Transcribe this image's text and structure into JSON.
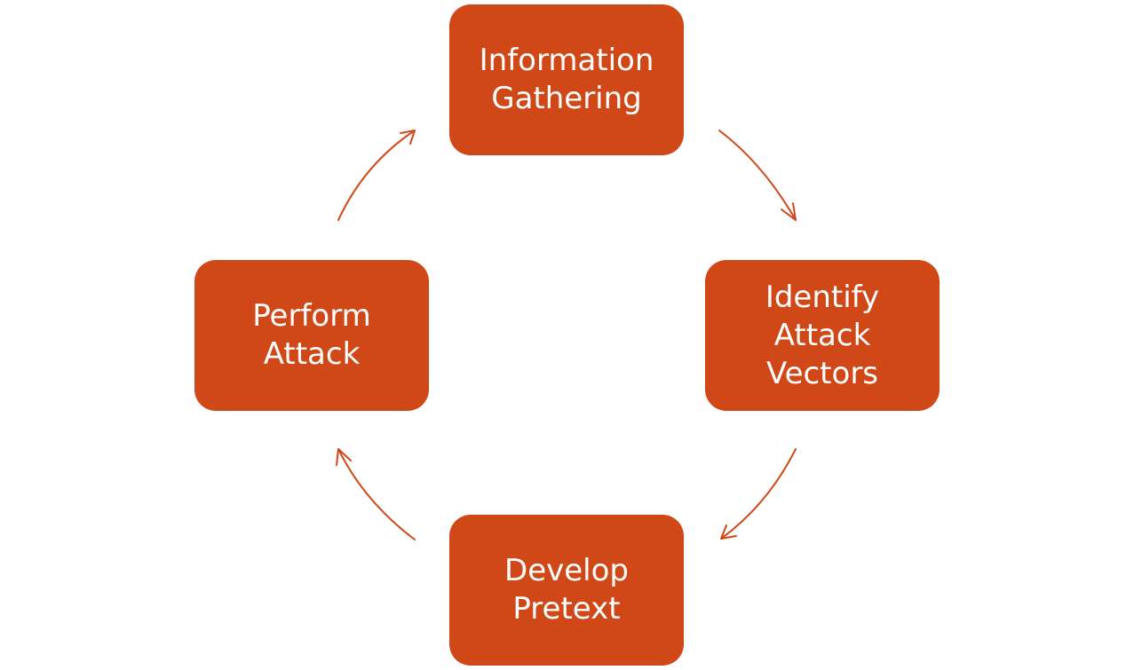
{
  "diagram": {
    "type": "cycle",
    "colors": {
      "node_fill": "#D14818",
      "arrow": "#D14818",
      "text": "#FFFFFF",
      "background": "#FFFFFF"
    },
    "nodes": [
      {
        "id": "information-gathering",
        "lines": [
          "Information",
          "Gathering"
        ]
      },
      {
        "id": "identify-attack-vectors",
        "lines": [
          "Identify",
          "Attack",
          "Vectors"
        ]
      },
      {
        "id": "develop-pretext",
        "lines": [
          "Develop",
          "Pretext"
        ]
      },
      {
        "id": "perform-attack",
        "lines": [
          "Perform",
          "Attack"
        ]
      }
    ],
    "edges": [
      {
        "from": "information-gathering",
        "to": "identify-attack-vectors"
      },
      {
        "from": "identify-attack-vectors",
        "to": "develop-pretext"
      },
      {
        "from": "develop-pretext",
        "to": "perform-attack"
      },
      {
        "from": "perform-attack",
        "to": "information-gathering"
      }
    ]
  }
}
